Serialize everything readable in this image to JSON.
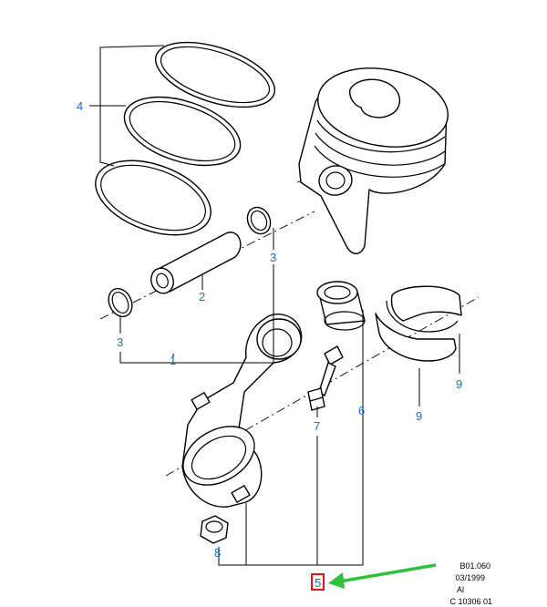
{
  "callouts": {
    "piston_rings": "4",
    "gudgeon_pin": "2",
    "circlip_left": "3",
    "circlip_right": "3",
    "piston_assembly": "1",
    "small_end_bush": "6",
    "bolt": "7",
    "big_end_bearing_upper": "9",
    "big_end_bearing_lower": "9",
    "nut": "8",
    "highlighted": "5"
  },
  "stamp": {
    "line1": "B01.060",
    "line2": "03/1999",
    "line3": "Al",
    "line4": "C 10306 01"
  },
  "colors": {
    "callout": "#1a6fd0",
    "highlight_box": "#e0141e",
    "arrow": "#2fc13a"
  }
}
